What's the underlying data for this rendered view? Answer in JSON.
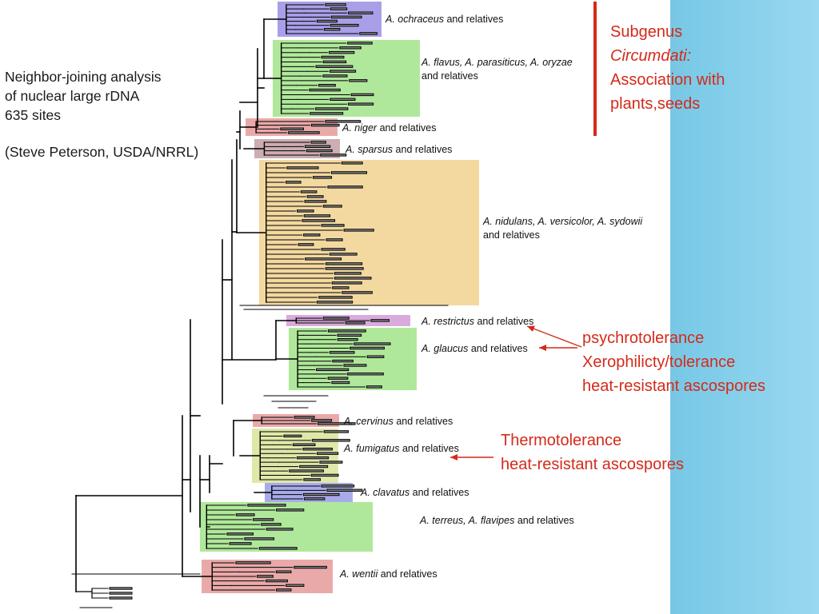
{
  "heading": {
    "line1": "Neighbor-joining analysis",
    "line2": "of nuclear large rDNA",
    "line3": "635 sites",
    "line4": "(Steve Peterson, USDA/NRRL)"
  },
  "notes": {
    "subgenus_title": "Subgenus",
    "subgenus_name": "Circumdati:",
    "subgenus_line3": "Association with",
    "subgenus_line4": "plants,seeds",
    "restrictus_line1": "psychrotolerance",
    "restrictus_line2": "Xerophilicty/tolerance",
    "restrictus_line3": "heat-resistant ascospores",
    "fumigatus_line1": "Thermotolerance",
    "fumigatus_line2": "heat-resistant ascospores"
  },
  "clades": [
    {
      "species": "A. ochraceus",
      "rest": " and relatives",
      "line2": "",
      "color": "#9f95e6"
    },
    {
      "species": "A. flavus, A. parasiticus, A. oryzae",
      "rest": "",
      "line2": "and relatives",
      "color": "#a6e58f"
    },
    {
      "species": "A. niger",
      "rest": " and relatives",
      "line2": "",
      "color": "#e8a0a0"
    },
    {
      "species": "A. sparsus",
      "rest": " and relatives",
      "line2": "",
      "color": "#c6a4a8"
    },
    {
      "species": "A. nidulans, A. versicolor, A. sydowii",
      "rest": "",
      "line2": "and relatives",
      "color": "#f2d596"
    },
    {
      "species": "A. restrictus",
      "rest": " and relatives",
      "line2": "",
      "color": "#d5a2d8"
    },
    {
      "species": "A. glaucus",
      "rest": " and relatives",
      "line2": "",
      "color": "#a6e58f"
    },
    {
      "species": "A. cervinus",
      "rest": " and relatives",
      "line2": "",
      "color": "#e8a0a0"
    },
    {
      "species": "A. fumigatus",
      "rest": " and relatives",
      "line2": "",
      "color": "#dde5a0"
    },
    {
      "species": "A. clavatus",
      "rest": " and relatives",
      "line2": "",
      "color": "#9ea2e8"
    },
    {
      "species": "A. terreus, A. flavipes",
      "rest": " and relatives",
      "line2": "",
      "color": "#a6e58f"
    },
    {
      "species": "A. wentii",
      "rest": " and relatives",
      "line2": "",
      "color": "#e8a0a0"
    }
  ],
  "colors": {
    "accent": "#d42a1a",
    "tree_line": "#000000",
    "bracket": "#d42a1a"
  }
}
